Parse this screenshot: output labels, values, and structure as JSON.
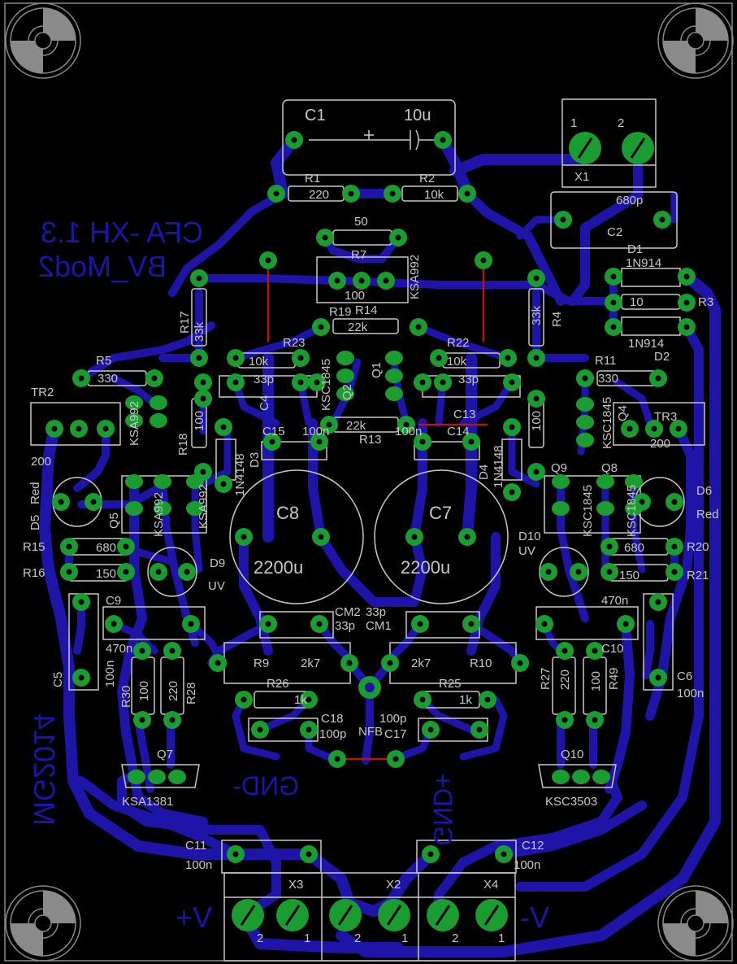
{
  "board": {
    "title_line1": "CFA -XH 1.3",
    "title_line2": "BV_Mod2",
    "signature": "MG2014",
    "label_gnd_minus": "GND-",
    "label_gnd_plus": "GND+",
    "label_vplus": "+V",
    "label_vminus": "-V",
    "label_nfb": "NFB"
  },
  "colors": {
    "background": "#000000",
    "copper": "#1e14a8",
    "pad": "#1a9c30",
    "silkscreen": "#c8c8c8",
    "jumper": "#b01818"
  },
  "components": {
    "C1": {
      "name": "C1",
      "value": "10u"
    },
    "R1": {
      "name": "R1",
      "value": "220"
    },
    "R2": {
      "name": "R2",
      "value": "10k"
    },
    "X1": {
      "name": "X1",
      "pin1": "1",
      "pin2": "2"
    },
    "C2": {
      "name": "C2",
      "value": "680p"
    },
    "D1": {
      "name": "D1",
      "value": "1N914"
    },
    "D2": {
      "name": "D2",
      "value": "1N914"
    },
    "R3": {
      "name": "R3",
      "value": "10"
    },
    "R7": {
      "name": "R7",
      "value": "50"
    },
    "R7b": {
      "value": "100"
    },
    "Q3": {
      "value": "KSA992"
    },
    "R14": {
      "name": "R14",
      "value": "22k"
    },
    "R19": {
      "name": "R19"
    },
    "R17": {
      "name": "R17",
      "value": "33k"
    },
    "R4": {
      "name": "R4",
      "value": "33k"
    },
    "R23": {
      "name": "R23",
      "value": "10k"
    },
    "R22": {
      "name": "R22",
      "value": "10k"
    },
    "C4": {
      "name": "C4",
      "value": "33p"
    },
    "C3": {
      "value": "33p"
    },
    "Q1": {
      "name": "Q1"
    },
    "Q2": {
      "name": "Q2",
      "value": "KSC1845"
    },
    "R5": {
      "name": "R5",
      "value": "330"
    },
    "R11": {
      "name": "R11",
      "value": "330"
    },
    "TR2": {
      "name": "TR2",
      "value": "200"
    },
    "TR3": {
      "name": "TR3",
      "value": "200"
    },
    "Q6": {
      "value": "KSA992"
    },
    "Q4": {
      "name": "Q4",
      "value": "KSC1845"
    },
    "R18": {
      "name": "R18",
      "value": "100"
    },
    "R12": {
      "value": "100"
    },
    "R13": {
      "name": "R13",
      "value": "22k"
    },
    "C15": {
      "name": "C15",
      "value": "100n"
    },
    "C14": {
      "name": "C14",
      "value": "100n"
    },
    "C13": {
      "name": "C13"
    },
    "D3": {
      "name": "D3",
      "value": "1N4148"
    },
    "D4": {
      "name": "D4",
      "value": "1N4148"
    },
    "C8": {
      "name": "C8",
      "value": "2200u"
    },
    "C7": {
      "name": "C7",
      "value": "2200u"
    },
    "D5": {
      "name": "D5",
      "value": "Red"
    },
    "D6": {
      "name": "D6",
      "value": "Red"
    },
    "Q5": {
      "name": "Q5",
      "value": "KSA992"
    },
    "Q9": {
      "name": "Q9",
      "value": "KSC1845"
    },
    "Q8": {
      "name": "Q8",
      "value": "KSC1845"
    },
    "R15": {
      "name": "R15",
      "value": "680"
    },
    "R16": {
      "name": "R16",
      "value": "150"
    },
    "R20": {
      "name": "R20",
      "value": "680"
    },
    "R21": {
      "name": "R21",
      "value": "150"
    },
    "D9": {
      "name": "D9",
      "value": "UV"
    },
    "D10": {
      "name": "D10",
      "value": "UV"
    },
    "C9": {
      "name": "C9",
      "value": "470n"
    },
    "C10": {
      "name": "C10",
      "value": "470n"
    },
    "C5": {
      "name": "C5",
      "value": "100n"
    },
    "C6": {
      "name": "C6",
      "value": "100n"
    },
    "CM2": {
      "name": "CM2",
      "value": "33p"
    },
    "CM1": {
      "name": "CM1",
      "value": "33p"
    },
    "R9": {
      "name": "R9",
      "value": "2k7"
    },
    "R10": {
      "name": "R10",
      "value": "2k7"
    },
    "R26": {
      "name": "R26",
      "value": "1k"
    },
    "R25": {
      "name": "R25",
      "value": "1k"
    },
    "R30": {
      "name": "R30",
      "value": "100"
    },
    "R28": {
      "name": "R28",
      "value": "220"
    },
    "R27": {
      "name": "R27",
      "value": "220"
    },
    "R49": {
      "name": "R49",
      "value": "100"
    },
    "C18": {
      "name": "C18",
      "value": "100p"
    },
    "C17": {
      "name": "C17",
      "value": "100p"
    },
    "Q7": {
      "name": "Q7",
      "value": "KSA1381"
    },
    "Q10": {
      "name": "Q10",
      "value": "KSC3503"
    },
    "C11": {
      "name": "C11",
      "value": "100n"
    },
    "C12": {
      "name": "C12",
      "value": "100n"
    },
    "X3": {
      "name": "X3",
      "pin2": "2",
      "pin1": "1"
    },
    "X2": {
      "name": "X2",
      "pin2": "2",
      "pin1": "1"
    },
    "X4": {
      "name": "X4",
      "pin2": "2",
      "pin1": "1"
    }
  }
}
